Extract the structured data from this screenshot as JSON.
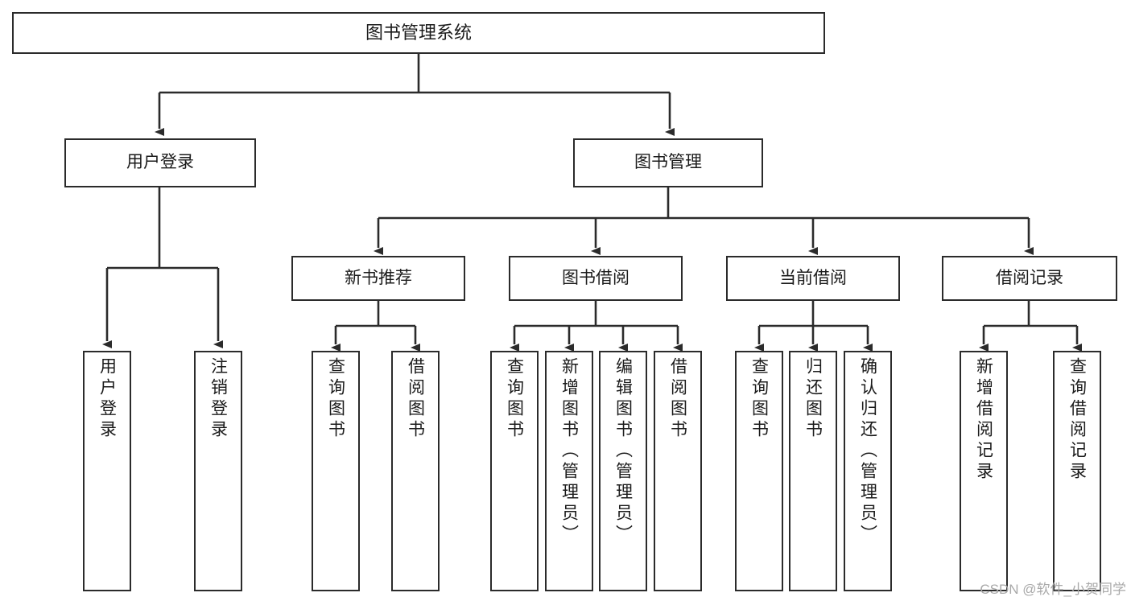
{
  "diagram": {
    "title": "图书管理系统",
    "type": "tree-hierarchy-chart",
    "watermark": "CSDN @软件_小贺同学",
    "colors": {
      "stroke": "#2b2b2b",
      "fill": "#ffffff",
      "text": "#1b1b1b",
      "watermark": "#a9a9a9"
    },
    "nodes": {
      "root": {
        "label": "图书管理系统"
      },
      "level1": [
        {
          "id": "user-login",
          "label": "用户登录"
        },
        {
          "id": "book-management",
          "label": "图书管理"
        }
      ],
      "level2": [
        {
          "id": "new-book-recommend",
          "label": "新书推荐"
        },
        {
          "id": "book-borrow",
          "label": "图书借阅"
        },
        {
          "id": "current-borrow",
          "label": "当前借阅"
        },
        {
          "id": "borrow-record",
          "label": "借阅记录"
        }
      ],
      "leaves": {
        "user_login": [
          {
            "id": "leaf-user-login",
            "label": "用户登录"
          },
          {
            "id": "leaf-logout",
            "label": "注销登录"
          }
        ],
        "new_book_recommend": [
          {
            "id": "leaf-query-book-1",
            "label": "查询图书"
          },
          {
            "id": "leaf-borrow-book-1",
            "label": "借阅图书"
          }
        ],
        "book_borrow": [
          {
            "id": "leaf-query-book-2",
            "label": "查询图书"
          },
          {
            "id": "leaf-add-book",
            "label": "新增图书（管理员）"
          },
          {
            "id": "leaf-edit-book",
            "label": "编辑图书（管理员）"
          },
          {
            "id": "leaf-borrow-book-2",
            "label": "借阅图书"
          }
        ],
        "current_borrow": [
          {
            "id": "leaf-query-book-3",
            "label": "查询图书"
          },
          {
            "id": "leaf-return-book",
            "label": "归还图书"
          },
          {
            "id": "leaf-confirm-return",
            "label": "确认归还（管理员）"
          }
        ],
        "borrow_record": [
          {
            "id": "leaf-add-record",
            "label": "新增借阅记录"
          },
          {
            "id": "leaf-query-record",
            "label": "查询借阅记录"
          }
        ]
      }
    },
    "edges": [
      {
        "from": "图书管理系统",
        "to": "用户登录"
      },
      {
        "from": "图书管理系统",
        "to": "图书管理"
      },
      {
        "from": "用户登录",
        "to": "用户登录"
      },
      {
        "from": "用户登录",
        "to": "注销登录"
      },
      {
        "from": "图书管理",
        "to": "新书推荐"
      },
      {
        "from": "图书管理",
        "to": "图书借阅"
      },
      {
        "from": "图书管理",
        "to": "当前借阅"
      },
      {
        "from": "图书管理",
        "to": "借阅记录"
      },
      {
        "from": "新书推荐",
        "to": "查询图书"
      },
      {
        "from": "新书推荐",
        "to": "借阅图书"
      },
      {
        "from": "图书借阅",
        "to": "查询图书"
      },
      {
        "from": "图书借阅",
        "to": "新增图书（管理员）"
      },
      {
        "from": "图书借阅",
        "to": "编辑图书（管理员）"
      },
      {
        "from": "图书借阅",
        "to": "借阅图书"
      },
      {
        "from": "当前借阅",
        "to": "查询图书"
      },
      {
        "from": "当前借阅",
        "to": "归还图书"
      },
      {
        "from": "当前借阅",
        "to": "确认归还（管理员）"
      },
      {
        "from": "借阅记录",
        "to": "新增借阅记录"
      },
      {
        "from": "借阅记录",
        "to": "查询借阅记录"
      }
    ]
  }
}
